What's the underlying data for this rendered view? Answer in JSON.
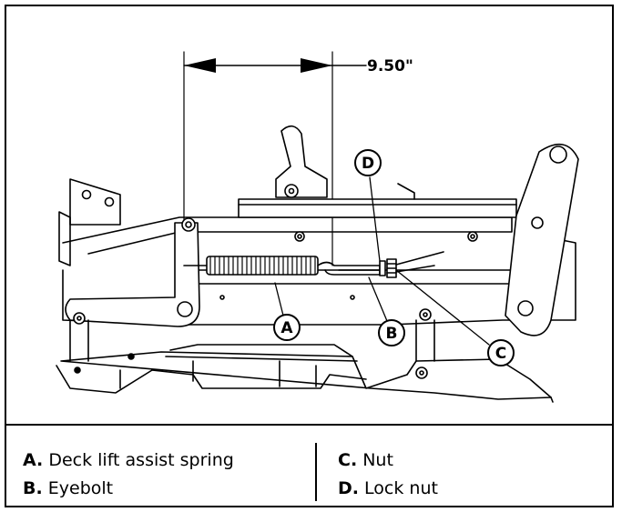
{
  "dimension": {
    "value": "9.50\""
  },
  "callouts": [
    {
      "letter": "A"
    },
    {
      "letter": "B"
    },
    {
      "letter": "C"
    },
    {
      "letter": "D"
    }
  ],
  "legend": [
    {
      "key": "A.",
      "text": "Deck lift assist spring"
    },
    {
      "key": "B.",
      "text": "Eyebolt"
    },
    {
      "key": "C.",
      "text": "Nut"
    },
    {
      "key": "D.",
      "text": "Lock nut"
    }
  ]
}
